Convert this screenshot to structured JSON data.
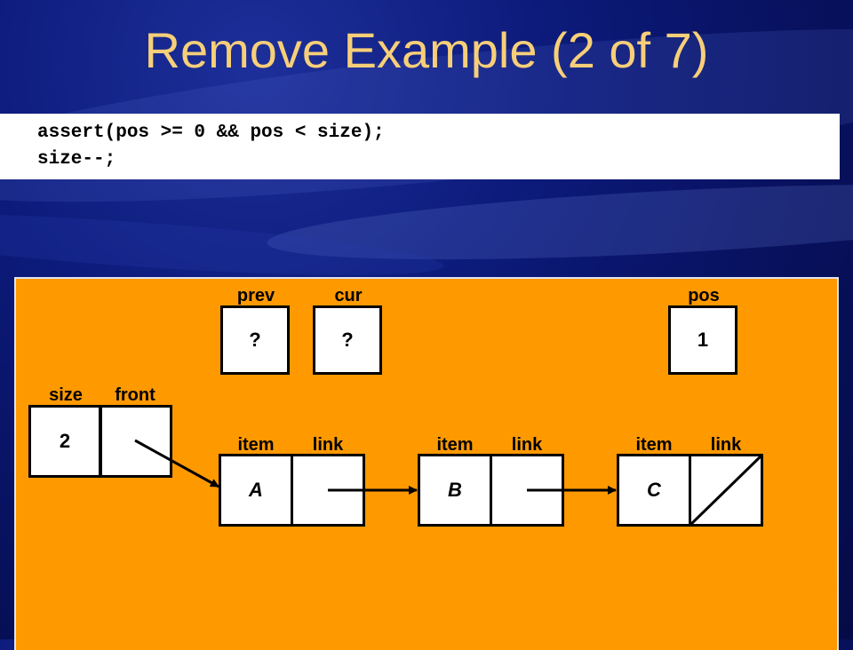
{
  "slide": {
    "title": "Remove Example (2 of 7)",
    "code": [
      "assert(pos >= 0 && pos < size);",
      "size--;"
    ]
  },
  "diagram": {
    "vars": {
      "prev": {
        "label": "prev",
        "value": "?"
      },
      "cur": {
        "label": "cur",
        "value": "?"
      },
      "pos": {
        "label": "pos",
        "value": "1"
      },
      "size": {
        "label": "size",
        "value": "2"
      },
      "front": {
        "label": "front",
        "value": ""
      }
    },
    "nodes": [
      {
        "item_label": "item",
        "link_label": "link",
        "value": "A",
        "link": "next"
      },
      {
        "item_label": "item",
        "link_label": "link",
        "value": "B",
        "link": "next"
      },
      {
        "item_label": "item",
        "link_label": "link",
        "value": "C",
        "link": "null"
      }
    ]
  },
  "colors": {
    "title": "#f7cf78",
    "panel": "#ff9900",
    "background": "#0c1a7a"
  }
}
